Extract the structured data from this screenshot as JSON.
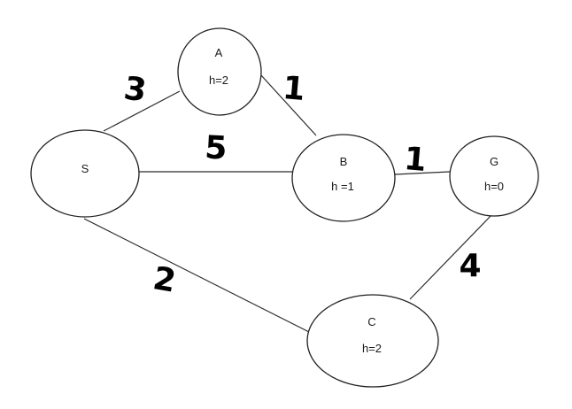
{
  "diagram": {
    "type": "weighted-graph",
    "background_color": "#ffffff",
    "stroke_color": "#1f1f1f",
    "text_color": "#1a1a1a",
    "nodes": {
      "S": {
        "label": "S"
      },
      "A": {
        "label": "A",
        "heuristic": "h=2"
      },
      "B": {
        "label": "B",
        "heuristic": "h =1"
      },
      "G": {
        "label": "G",
        "heuristic": "h=0"
      },
      "C": {
        "label": "C",
        "heuristic": "h=2"
      }
    },
    "edges": {
      "S_A": {
        "from": "S",
        "to": "A",
        "weight": "3"
      },
      "A_B": {
        "from": "A",
        "to": "B",
        "weight": "1"
      },
      "S_B": {
        "from": "S",
        "to": "B",
        "weight": "5"
      },
      "B_G": {
        "from": "B",
        "to": "G",
        "weight": "1"
      },
      "S_C": {
        "from": "S",
        "to": "C",
        "weight": "2"
      },
      "C_G": {
        "from": "C",
        "to": "G",
        "weight": "4"
      }
    }
  }
}
